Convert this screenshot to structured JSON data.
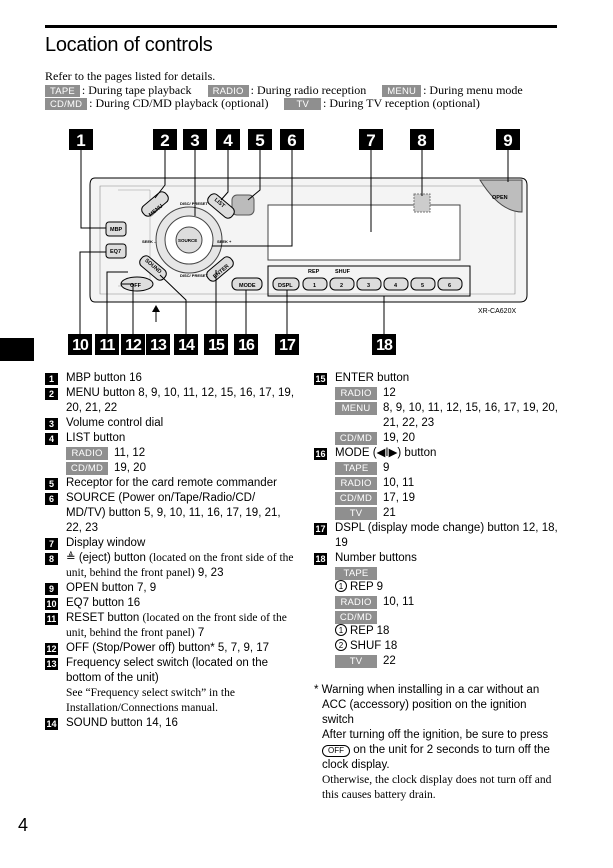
{
  "title": "Location of controls",
  "intro": "Refer to the pages listed for details.",
  "legend": [
    {
      "tag": "TAPE",
      "text": ": During tape playback"
    },
    {
      "tag": "RADIO",
      "text": ": During radio reception"
    },
    {
      "tag": "MENU",
      "text": ": During menu mode"
    },
    {
      "tag": "CD/MD",
      "text": ": During CD/MD playback (optional)"
    },
    {
      "tag": "TV",
      "text": ": During TV reception (optional)"
    }
  ],
  "callouts_top": [
    "1",
    "2",
    "3",
    "4",
    "5",
    "6",
    "7",
    "8",
    "9"
  ],
  "callouts_bottom": [
    "10",
    "11",
    "12",
    "13",
    "14",
    "15",
    "16",
    "17",
    "18"
  ],
  "device": {
    "model": "XR-CA620X",
    "buttons": {
      "mbp": "MBP",
      "eq7": "EQ7",
      "off": "OFF",
      "menu": "MENU",
      "sound": "SOUND",
      "enter": "ENTER",
      "list": "LIST",
      "source": "SOURCE",
      "open": "OPEN",
      "mode": "MODE",
      "dspl": "DSPL",
      "disc_up": "DISC/ PRESET",
      "disc_down": "DISC/ PRESET",
      "seek_l": "SEEK –",
      "seek_r": "SEEK +",
      "rep": "REP",
      "shuf": "SHUF"
    },
    "numbers": [
      "1",
      "2",
      "3",
      "4",
      "5",
      "6"
    ]
  },
  "left_items": {
    "i1": {
      "n": "1",
      "text": "MBP button  16"
    },
    "i2": {
      "n": "2",
      "text": "MENU button  8, 9, 10, 11, 12, 15, 16, 17, 19, 20, 21, 22"
    },
    "i3": {
      "n": "3",
      "text": "Volume control dial"
    },
    "i4": {
      "n": "4",
      "text": "LIST button"
    },
    "i4a": {
      "tag": "RADIO",
      "text": "11, 12"
    },
    "i4b": {
      "tag": "CD/MD",
      "text": "19, 20"
    },
    "i5": {
      "n": "5",
      "text": "Receptor for the card remote commander"
    },
    "i6": {
      "n": "6",
      "text": "SOURCE (Power on/Tape/Radio/CD/ MD/TV) button  5, 9, 10, 11, 16, 17, 19, 21, 22, 23"
    },
    "i7": {
      "n": "7",
      "text": "Display window"
    },
    "i8": {
      "n": "8",
      "text": "≜ (eject) button ",
      "note": "(located on the front side of the unit, behind the front panel)",
      "pages": "  9, 23"
    },
    "i9": {
      "n": "9",
      "text": "OPEN button  7, 9"
    },
    "i10": {
      "n": "10",
      "text": "EQ7 button  16"
    },
    "i11": {
      "n": "11",
      "text": "RESET button ",
      "note": "(located on the front side of the unit, behind the front panel)",
      "pages": "  7"
    },
    "i12": {
      "n": "12",
      "text": "OFF (Stop/Power off) button*  5, 7, 9, 17"
    },
    "i13": {
      "n": "13",
      "text": "Frequency select switch (located on the bottom of the unit)",
      "note": "See “Frequency select switch” in the Installation/Connections manual."
    },
    "i14": {
      "n": "14",
      "text": "SOUND button  14, 16"
    }
  },
  "right_items": {
    "i15": {
      "n": "15",
      "text": "ENTER button"
    },
    "i15a": {
      "tag": "RADIO",
      "text": "12"
    },
    "i15b": {
      "tag": "MENU",
      "text": "8, 9, 10, 11, 12, 15, 16, 17, 19, 20, 21, 22, 23"
    },
    "i15c": {
      "tag": "CD/MD",
      "text": "19, 20"
    },
    "i16": {
      "n": "16",
      "text": "MODE (◀I▶) button"
    },
    "i16a": {
      "tag": "TAPE",
      "text": "9"
    },
    "i16b": {
      "tag": "RADIO",
      "text": "10, 11"
    },
    "i16c": {
      "tag": "CD/MD",
      "text": "17, 19"
    },
    "i16d": {
      "tag": "TV",
      "text": "21"
    },
    "i17": {
      "n": "17",
      "text": "DSPL (display mode change) button  12, 18, 19"
    },
    "i18": {
      "n": "18",
      "text": "Number buttons"
    },
    "i18a": {
      "tag": "TAPE",
      "circ": "1",
      "text": "REP  9"
    },
    "i18b": {
      "tag": "RADIO",
      "text": "10, 11"
    },
    "i18c": {
      "tag": "CD/MD",
      "circ": "1",
      "text": "REP  18",
      "circ2": "2",
      "text2": "SHUF  18"
    },
    "i18d": {
      "tag": "TV",
      "text": "22"
    }
  },
  "footnote": {
    "line1": "* Warning when installing in a car without an ACC (accessory) position on the ignition switch",
    "line2a": "After turning off the ignition, be sure to press",
    "offbtn": "OFF",
    "line2b": "on the unit for 2 seconds to turn off the clock display.",
    "line3": "Otherwise, the clock display does not turn off and this causes battery drain."
  },
  "page_number": "4"
}
